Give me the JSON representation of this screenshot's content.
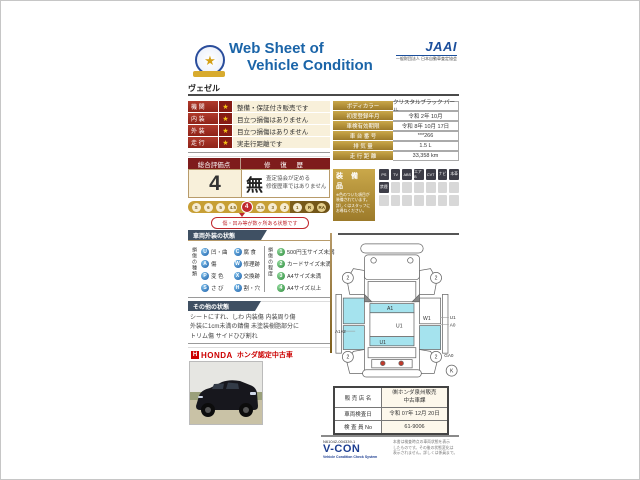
{
  "header": {
    "title_line1": "Web Sheet of",
    "title_line2": "Vehicle Condition",
    "jaai_mark": "JAAI",
    "jaai_sub": "一般財団法人 日本自動車査定協会"
  },
  "vehicle_name": "ヴェゼル",
  "ratings": [
    {
      "label": "機 関",
      "star": "★",
      "desc": "整備・保証付き販売です"
    },
    {
      "label": "内 装",
      "star": "★",
      "desc": "目立つ損傷はありません"
    },
    {
      "label": "外 装",
      "star": "★",
      "desc": "目立つ損傷はありません"
    },
    {
      "label": "走 行",
      "star": "★",
      "desc": "実走行距離です"
    }
  ],
  "evaluation": {
    "header_left": "総合評価点",
    "header_right": "修 復 歴",
    "score": "4",
    "repair": "無",
    "repair_note1": "査定協会が定める",
    "repair_note2": "修復歴車ではありません",
    "scale": [
      "S",
      "6",
      "5",
      "4.5",
      "4",
      "3.5",
      "3",
      "2",
      "1",
      "R",
      "RA"
    ],
    "selected": "4",
    "note": "傷・凹み等が数ヶ所ある状態です"
  },
  "exterior_legend": {
    "title": "車両外装の状態",
    "kind_group_label": "損傷の種類",
    "kinds": [
      {
        "code": "U",
        "label": "凹・曲"
      },
      {
        "code": "A",
        "label": "傷"
      },
      {
        "code": "P",
        "label": "変 色"
      },
      {
        "code": "S",
        "label": "さ び"
      },
      {
        "code": "C",
        "label": "腐 食"
      },
      {
        "code": "W",
        "label": "修理跡"
      },
      {
        "code": "X",
        "label": "交換跡"
      },
      {
        "code": "H",
        "label": "割・穴"
      }
    ],
    "degree_group_label": "損傷の程度",
    "degrees": [
      {
        "code": "1",
        "label": "500円玉サイズ未満"
      },
      {
        "code": "2",
        "label": "カードサイズ未満"
      },
      {
        "code": "3",
        "label": "A4サイズ未満"
      },
      {
        "code": "4",
        "label": "A4サイズ以上"
      }
    ]
  },
  "other_condition": {
    "title": "その他の状態",
    "line1": "シートにすれ、しわ 内装傷 内装周り傷",
    "line2": "外装に1cm未満の錆傷 未塗装樹脂部分に",
    "line3": "トリム傷 サイドひび割れ"
  },
  "dealer_banner": {
    "brand": "HONDA",
    "brand_initial": "H",
    "label": "ホンダ認定中古車"
  },
  "vehicle_info": [
    {
      "label": "ボディカラー",
      "value": "クリスタルブラック パール"
    },
    {
      "label": "初度登録年月",
      "value": "令和 2年 10月"
    },
    {
      "label": "車検有効期限",
      "value": "令和 8年 10月 17日"
    },
    {
      "label": "車 台 番 号",
      "value": "***266"
    },
    {
      "label": "排 気 量",
      "value": "1.5 L"
    },
    {
      "label": "走 行 距 離",
      "value": "33,358 km"
    }
  ],
  "equipment": {
    "title": "装 備 品",
    "note": "※色のついた項目が装備されています。詳しくはスタッフにお尋ねください。",
    "rows": [
      [
        "PS",
        "TV",
        "ABS",
        "エアB",
        "CVT",
        "ナビ",
        "本革"
      ],
      [
        "禁煙",
        "",
        "",
        "",
        "",
        "",
        ""
      ],
      [
        "",
        "",
        "",
        "",
        "",
        "",
        ""
      ]
    ]
  },
  "diagram": {
    "markers": {
      "roof": "A1",
      "center": "U1",
      "rear": "U1",
      "right_door": "W1",
      "left_callout": "A1×2",
      "right_callout_top": "U1",
      "right_callout_mid": "A0",
      "right_callout_bottom": "GA0",
      "wheel_grade": "2",
      "corner_mark": "K"
    }
  },
  "sales_info": {
    "shop_label": "販 売 店 名",
    "shop_value1": "㈱ホンダ泉州販売",
    "shop_value2": "中古車課",
    "date_label": "車両検査日",
    "date_value": "令和 07年 12月 20日",
    "inspector_label": "検 査 員 No",
    "inspector_value": "61-9006"
  },
  "footer": {
    "code": "N61042-004339-1",
    "vcon": "V-CON",
    "vcon_sub": "Vehicle Condition Check System",
    "disclaimer1": "本書は検査時点の車両状態を表示",
    "disclaimer2": "したものです。その後の状態変化は",
    "disclaimer3": "表示されません。詳しくは係員まで。"
  },
  "colors": {
    "title_blue": "#1a64a8",
    "jaai_blue": "#1c4f9c",
    "label_red": "#8e2318",
    "cream": "#f8f0da",
    "gold": "#c79f35",
    "select_red": "#c0272d",
    "tag_navy": "#3f5063",
    "panel_cyan": "#a5e3ee",
    "honda_red": "#cc0000",
    "vcon_blue": "#1d3e91"
  }
}
